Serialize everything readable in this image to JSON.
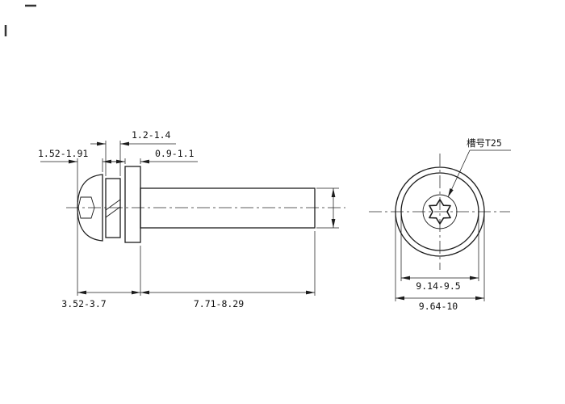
{
  "page": {
    "background": "#ffffff",
    "line_color": "#1c1c1c"
  },
  "side_view": {
    "dims": {
      "head_height": "1.52-1.91",
      "spring_washer_thickness": "1.2-1.4",
      "flat_washer_thickness": "0.9-1.1",
      "stack_length": "3.52-3.7",
      "thread_length": "7.71-8.29"
    }
  },
  "end_view": {
    "drive_note": "槽号T25",
    "dims": {
      "inner_diameter": "9.14-9.5",
      "outer_diameter": "9.64-10"
    }
  }
}
